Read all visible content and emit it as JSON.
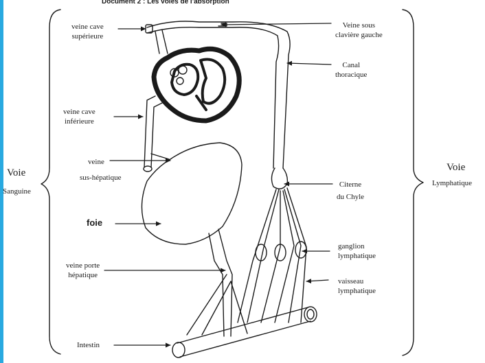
{
  "title": "Document 2 : Les voies de l'absorption",
  "left_group": {
    "line1": "Voie",
    "line2": "Sanguine"
  },
  "right_group": {
    "line1": "Voie",
    "line2": "Lymphatique"
  },
  "labels": {
    "vcs": [
      "veine cave",
      "supérieure"
    ],
    "vsc": [
      "Veine sous",
      "clavière gauche"
    ],
    "canal": [
      "Canal",
      "thoracique"
    ],
    "vci": [
      "veine cave",
      "inférieure"
    ],
    "vsh": [
      "veine",
      "sus-hépatique"
    ],
    "citerne": [
      "Citerne",
      "du Chyle"
    ],
    "foie": "foie",
    "ganglion": [
      "ganglion",
      "lymphatique"
    ],
    "vporte": [
      "veine porte",
      "hépatique"
    ],
    "vaisseau": [
      "vaisseau",
      "lymphatique"
    ],
    "intestin": "Intestin"
  },
  "colors": {
    "edge_bar": "#29a9e0",
    "ink": "#1a1a1a"
  }
}
